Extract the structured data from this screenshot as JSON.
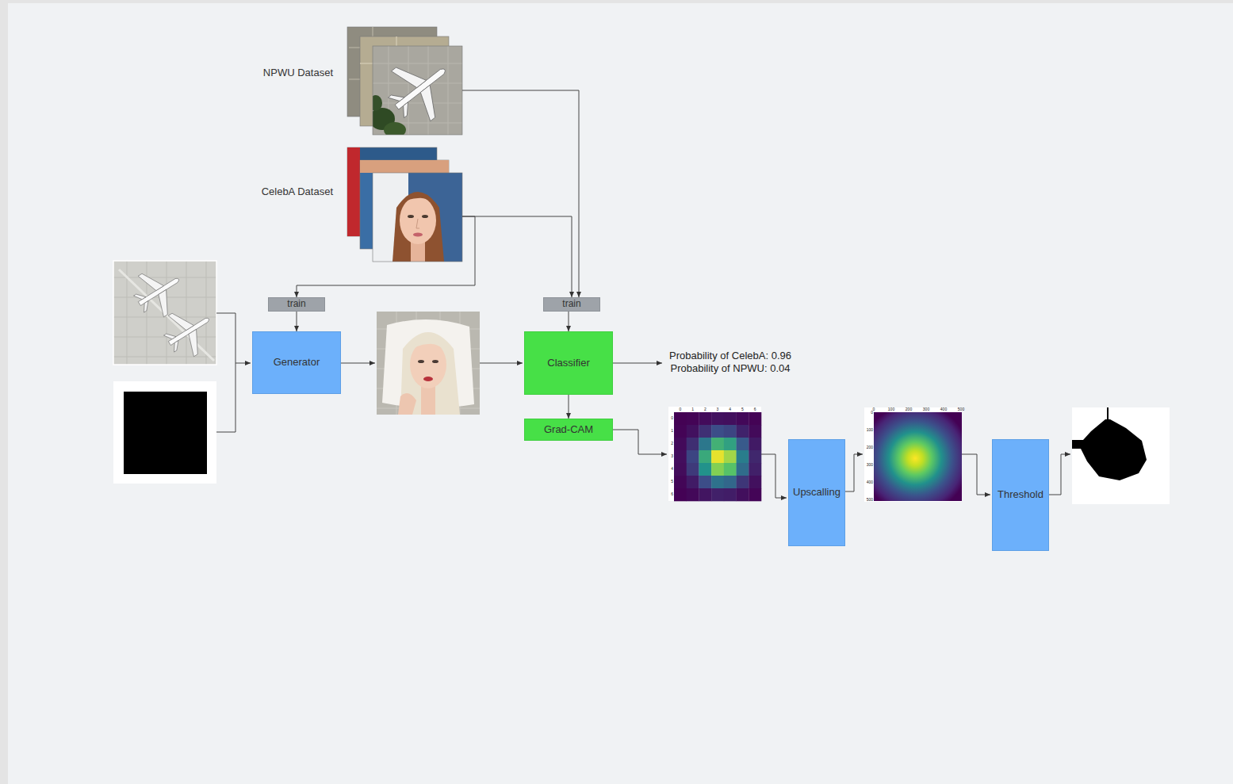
{
  "diagram": {
    "nodes": [
      {
        "text": [
          "NPWU Dataset"
        ]
      },
      {
        "text": [
          "CelebA Dataset"
        ]
      },
      {
        "text": [
          "train"
        ]
      },
      {
        "text": [
          "train"
        ]
      },
      {
        "text": [
          "Generator"
        ]
      },
      {
        "text": [
          "Classifier"
        ]
      },
      {
        "text": [
          "Grad-CAM"
        ]
      },
      {
        "text": [
          "Upscalling"
        ]
      },
      {
        "text": [
          "Threshold"
        ]
      }
    ],
    "edges": [
      {
        "from": 0,
        "to": 3,
        "arrow": "to"
      },
      {
        "from": 1,
        "to": 3,
        "arrow": "to"
      },
      {
        "from": 1,
        "to": 2,
        "arrow": "to"
      },
      {
        "from": 2,
        "to": 4,
        "arrow": "to"
      },
      {
        "from": 3,
        "to": 5,
        "arrow": "to"
      },
      {
        "from": 5,
        "to": 6,
        "arrow": "to"
      }
    ],
    "labels": [
      "Probability of CelebA: 0.96",
      "Probability of NPWU: 0.04",
      "0",
      "1",
      "2",
      "3",
      "4",
      "5",
      "6",
      "0",
      "1",
      "2",
      "3",
      "4",
      "5",
      "6",
      "0",
      "100",
      "200",
      "300",
      "400",
      "500",
      "0",
      "100",
      "200",
      "300",
      "400",
      "500"
    ]
  }
}
